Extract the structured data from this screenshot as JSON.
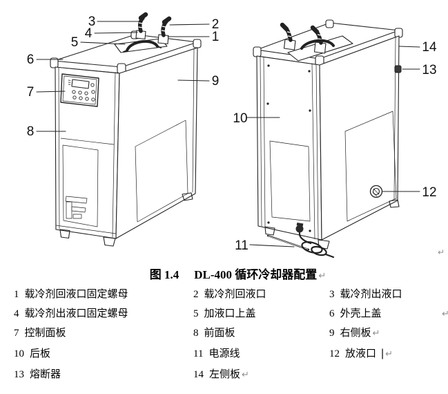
{
  "figure": {
    "caption": {
      "fig_label": "图 1.4",
      "title": "DL-400 循环冷却器配置",
      "return_mark": "↵"
    },
    "callouts": {
      "n1": "1",
      "n2": "2",
      "n3": "3",
      "n4": "4",
      "n5": "5",
      "n6": "6",
      "n7": "7",
      "n8": "8",
      "n9": "9",
      "n10": "10",
      "n11": "11",
      "n12": "12",
      "n13": "13",
      "n14": "14"
    },
    "end_mark": "↵"
  },
  "legend": {
    "items": [
      {
        "num": "1",
        "label": "载冷剂回液口固定螺母"
      },
      {
        "num": "2",
        "label": "载冷剂回液口"
      },
      {
        "num": "3",
        "label": "载冷剂出液口"
      },
      {
        "num": "4",
        "label": "载冷剂出液口固定螺母"
      },
      {
        "num": "5",
        "label": "加液口上盖"
      },
      {
        "num": "6",
        "label": "外壳上盖"
      },
      {
        "num": "7",
        "label": "控制面板"
      },
      {
        "num": "8",
        "label": "前面板"
      },
      {
        "num": "9",
        "label": "右侧板",
        "mark": "↵"
      },
      {
        "num": "10",
        "label": "后板"
      },
      {
        "num": "11",
        "label": "电源线"
      },
      {
        "num": "12",
        "label": "放液口",
        "cursor": "|",
        "mark": "↵"
      },
      {
        "num": "13",
        "label": "熔断器"
      },
      {
        "num": "14",
        "label": "左侧板",
        "mark": "↵"
      }
    ],
    "row2_margin_mark": "↵"
  },
  "colors": {
    "ink": "#222222",
    "return_mark_gray": "#8f8f8f"
  }
}
